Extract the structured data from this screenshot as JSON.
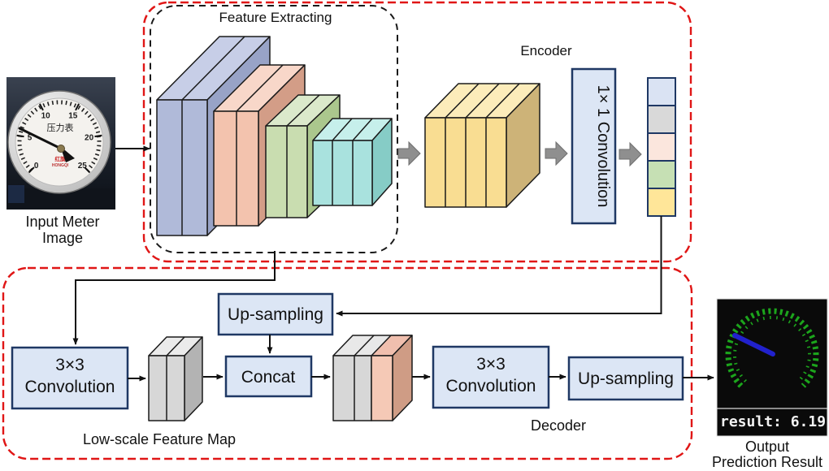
{
  "labels": {
    "feature_extracting": "Feature Extracting",
    "encoder": "Encoder",
    "decoder": "Decoder",
    "input_meter_line1": "Input Meter",
    "input_meter_line2": "Image",
    "low_scale_feature_map": "Low-scale Feature Map"
  },
  "boxes": {
    "conv1x1_label": "1× 1 Convolution",
    "upsampling_label": "Up-sampling",
    "conv3x3_line1": "3×3",
    "conv3x3_line2": "Convolution",
    "concat_label": "Concat"
  },
  "meter": {
    "dial_title": "压力表",
    "brand": "红旗",
    "brand_sub": "HONGQI",
    "scale_ticks": [
      "0",
      "5",
      "10",
      "15",
      "20",
      "25"
    ]
  },
  "output": {
    "result_text": "result: 6.19",
    "caption_line1": "Output",
    "caption_line2": "Prediction Result"
  },
  "colors": {
    "container_red": "#e01616",
    "container_black": "#1a1a1a",
    "box_fill": "#dce6f5",
    "box_border": "#1f3864",
    "block_blue_front": "#b0bad9",
    "block_pink_front": "#f3c3ae",
    "block_green_front": "#c9ddb0",
    "block_teal_front": "#a9e2de",
    "block_yellow_front": "#f9dd92",
    "block_gray_front": "#d7d7d7",
    "stack": [
      "#dae3f3",
      "#d9d9d9",
      "#fbe6dd",
      "#c6e0b4",
      "#ffe699"
    ],
    "gauge_green": "#1ca51c",
    "needle_blue": "#2121cc",
    "arrow_gray": "#8f8f8f"
  }
}
